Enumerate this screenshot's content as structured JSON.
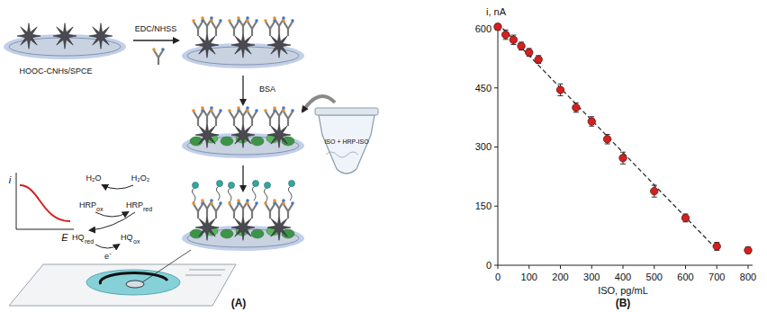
{
  "diagram": {
    "labels": [
      "(A)",
      "HOOC-CNHs/SPCE",
      "EDC/NHSS",
      "BSA",
      "ISO + HRP-ISO",
      "i",
      "E",
      "H₂O",
      "H₂O₂",
      "HRP",
      "ox",
      "HRP",
      "red",
      "HQ",
      "red",
      "HQ",
      "ox",
      "e⁻",
      "i, nA",
      "600",
      "450",
      "300",
      "150",
      "0",
      "0",
      "100",
      "200",
      "300",
      "400",
      "500",
      "600",
      "700",
      "800",
      "ISO, pg/mL",
      "(B)"
    ]
  }
}
